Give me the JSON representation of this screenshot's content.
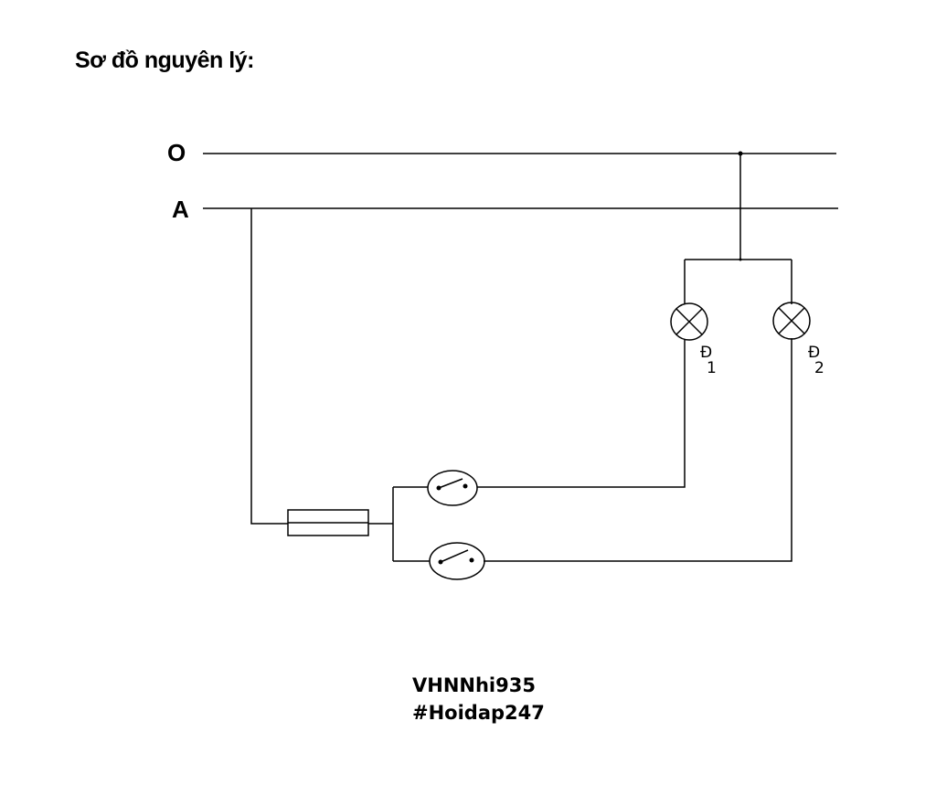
{
  "title": "Sơ đồ nguyên lý:",
  "lines": {
    "neutral": "O",
    "phase": "A"
  },
  "lamps": [
    {
      "letter": "Đ",
      "number": "1"
    },
    {
      "letter": "Đ",
      "number": "2"
    }
  ],
  "credit": {
    "author": "VHNNhi935",
    "tag": "#Hoidap247"
  },
  "colors": {
    "line": "#000000",
    "background": "#ffffff"
  }
}
